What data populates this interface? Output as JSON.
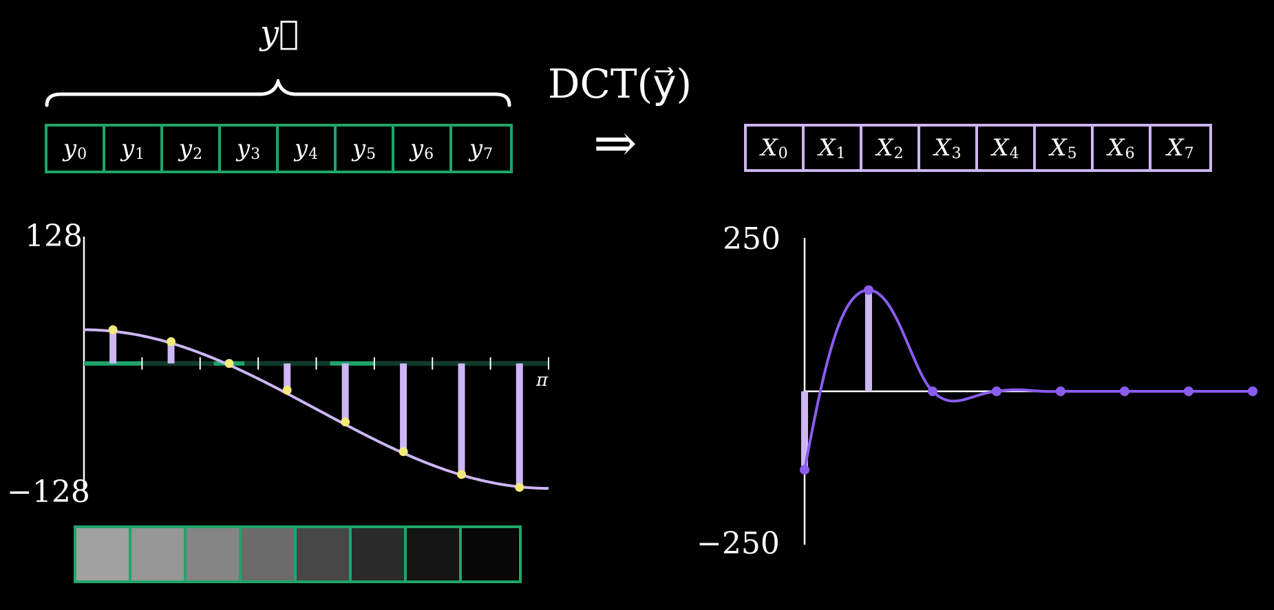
{
  "input_vector": {
    "label": "y⃗",
    "cells": [
      {
        "base": "y",
        "sub": "0"
      },
      {
        "base": "y",
        "sub": "1"
      },
      {
        "base": "y",
        "sub": "2"
      },
      {
        "base": "y",
        "sub": "3"
      },
      {
        "base": "y",
        "sub": "4"
      },
      {
        "base": "y",
        "sub": "5"
      },
      {
        "base": "y",
        "sub": "6"
      },
      {
        "base": "y",
        "sub": "7"
      }
    ]
  },
  "transform": {
    "label": "DCT(y⃗)",
    "arrow": "⇒"
  },
  "output_vector": {
    "cells": [
      {
        "base": "X",
        "sub": "0"
      },
      {
        "base": "X",
        "sub": "1"
      },
      {
        "base": "X",
        "sub": "2"
      },
      {
        "base": "X",
        "sub": "3"
      },
      {
        "base": "X",
        "sub": "4"
      },
      {
        "base": "X",
        "sub": "5"
      },
      {
        "base": "X",
        "sub": "6"
      },
      {
        "base": "X",
        "sub": "7"
      }
    ]
  },
  "colors": {
    "green": "#1fa56b",
    "lavender": "#cdb6f5",
    "violet": "#8a5cf0",
    "yellow": "#f2ea7a",
    "white": "#ffffff"
  },
  "chart_data": [
    {
      "type": "scatter",
      "title": "",
      "xlabel": "",
      "ylabel": "",
      "xlim": [
        0,
        3.1416
      ],
      "ylim": [
        -128,
        128
      ],
      "tick_labels": {
        "y_top": "128",
        "y_bottom": "−128",
        "x_end": "π"
      },
      "x": [
        0.196,
        0.589,
        0.982,
        1.374,
        1.767,
        2.16,
        2.553,
        2.945
      ],
      "values": [
        34,
        22,
        0,
        -27,
        -59,
        -89,
        -112,
        -125
      ],
      "swatch_brightness": [
        0.63,
        0.59,
        0.52,
        0.42,
        0.28,
        0.17,
        0.08,
        0.03
      ]
    },
    {
      "type": "scatter",
      "title": "",
      "xlabel": "",
      "ylabel": "",
      "ylim": [
        -250,
        250
      ],
      "tick_labels": {
        "y_top": "250",
        "y_bottom": "−250"
      },
      "x": [
        0,
        1,
        2,
        3,
        4,
        5,
        6,
        7
      ],
      "values": [
        -128,
        165,
        0,
        0,
        0,
        0,
        0,
        0
      ]
    }
  ]
}
